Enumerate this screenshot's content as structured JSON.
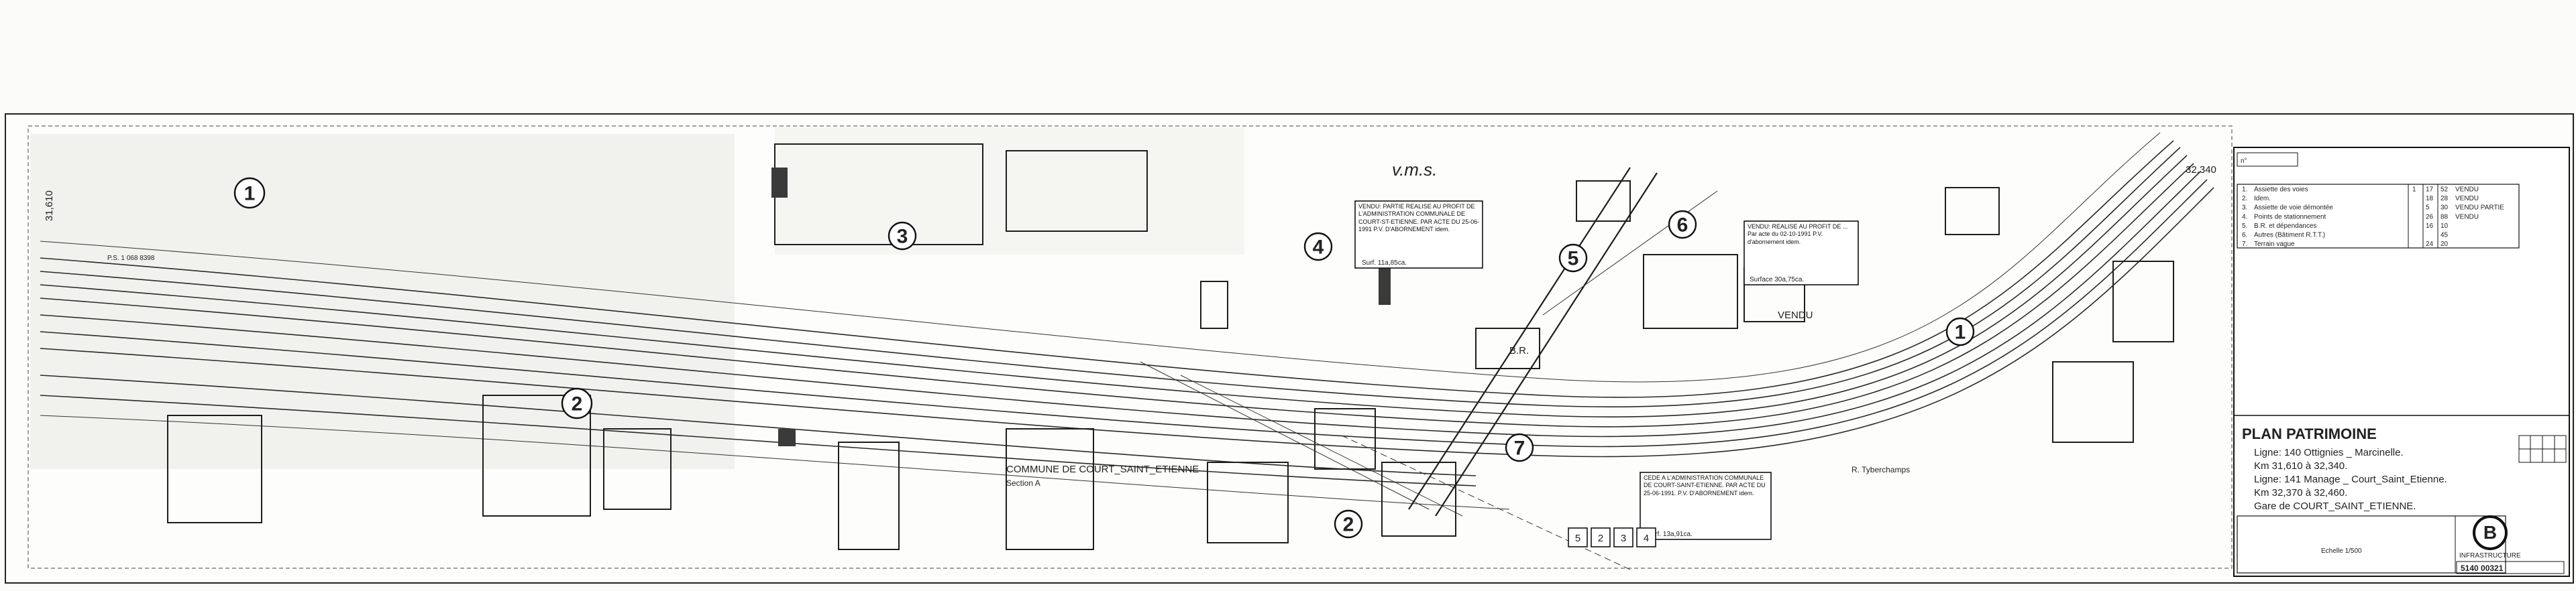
{
  "plan": {
    "title": "PLAN PATRIMOINE",
    "line_a": "Ligne: 140 Ottignies _ Marcinelle.",
    "km_a": "Km 31,610 à 32,340.",
    "line_b": "Ligne: 141 Manage _ Court_Saint_Etienne.",
    "km_b": "Km 32,370 à 32,460.",
    "station": "Gare de COURT_SAINT_ETIENNE.",
    "org": "INFRASTRUCTURE",
    "logo_letter": "B",
    "plan_number": "5140 00321",
    "scale": "Echelle 1/500"
  },
  "legend": {
    "header": "n°",
    "rows": [
      {
        "label": "Assiette des voies",
        "a": "1",
        "b": "17",
        "c": "52"
      },
      {
        "label": "Idem.",
        "a": "",
        "b": "18",
        "c": "28"
      },
      {
        "label": "Assiette de voie démontée",
        "a": "",
        "b": "5",
        "c": "30"
      },
      {
        "label": "Points de stationnement",
        "a": "",
        "b": "26",
        "c": "88"
      },
      {
        "label": "B.R. et dépendances",
        "a": "",
        "b": "16",
        "c": "10"
      },
      {
        "label": "Autres (Bâtiment R.T.T.)",
        "a": "",
        "b": "",
        "c": "45"
      },
      {
        "label": "Terrain vague",
        "a": "",
        "b": "24",
        "c": "20"
      }
    ],
    "notes": [
      "VENDU",
      "VENDU",
      "VENDU PARTIE",
      "VENDU"
    ]
  },
  "km_marks": {
    "left": "31,610",
    "right": "32,340"
  },
  "parcels": [
    "1",
    "2",
    "3",
    "4",
    "5",
    "6",
    "7",
    "2",
    "1"
  ],
  "labels": {
    "commune": "COMMUNE DE COURT_SAINT_ETIENNE",
    "section": "Section A",
    "vendu": "VENDU",
    "br": "B.R.",
    "tyberchamps": "R. Tyberchamps",
    "pn": "P.S. 1 068 8398"
  },
  "stamps": [
    {
      "text": "CEDE A L'ADMINISTRATION COMMUNALE DE COURT-SAINT-ETIENNE. PAR ACTE DU 25-06-1991. P.V. D'ABORNEMENT idem.",
      "surf": "Surf. 13a,91ca."
    },
    {
      "text": "VENDU: PARTIE REALISE AU PROFIT DE L'ADMINISTRATION COMMUNALE DE COURT-ST-ETIENNE. PAR ACTE DU 25-06-1991 P.V. D'ABORNEMENT idem.",
      "surf": "Surf. 11a,85ca."
    },
    {
      "text": "VENDU: REALISE AU PROFIT DE ... Par acte du 02-10-1991 P.V. d'abornement idem.",
      "surf": "Surface 30a,75ca."
    }
  ],
  "bottom_boxes": [
    "5",
    "2",
    "3",
    "4"
  ],
  "handwritten": "v.m.s."
}
